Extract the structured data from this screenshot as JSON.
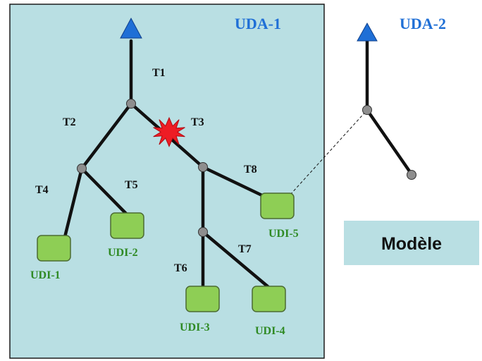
{
  "colors": {
    "panel_fill": "#b9dfe3",
    "panel_border": "#1c1c1c",
    "antenna_blue": "#1f6fd6",
    "udi_fill": "#8ece55",
    "udi_stroke": "#4c6b33",
    "udi_text": "#2f8a24",
    "uda_text": "#1f6fd6",
    "node_fill": "#8e8e8e",
    "line": "#111111",
    "fault_red": "#ee1c24",
    "modele_box": "#b9dfe3"
  },
  "areas": {
    "uda1": "UDA-1",
    "uda2": "UDA-2"
  },
  "segments": {
    "t1": "T1",
    "t2": "T2",
    "t3": "T3",
    "t4": "T4",
    "t5": "T5",
    "t6": "T6",
    "t7": "T7",
    "t8": "T8"
  },
  "devices": {
    "udi1": "UDI-1",
    "udi2": "UDI-2",
    "udi3": "UDI-3",
    "udi4": "UDI-4",
    "udi5": "UDI-5"
  },
  "model_box": {
    "label": "Modèle"
  },
  "icons": {
    "antenna": "antenna-triangle-icon",
    "fault": "fault-star-icon",
    "junction": "junction-node-icon"
  }
}
